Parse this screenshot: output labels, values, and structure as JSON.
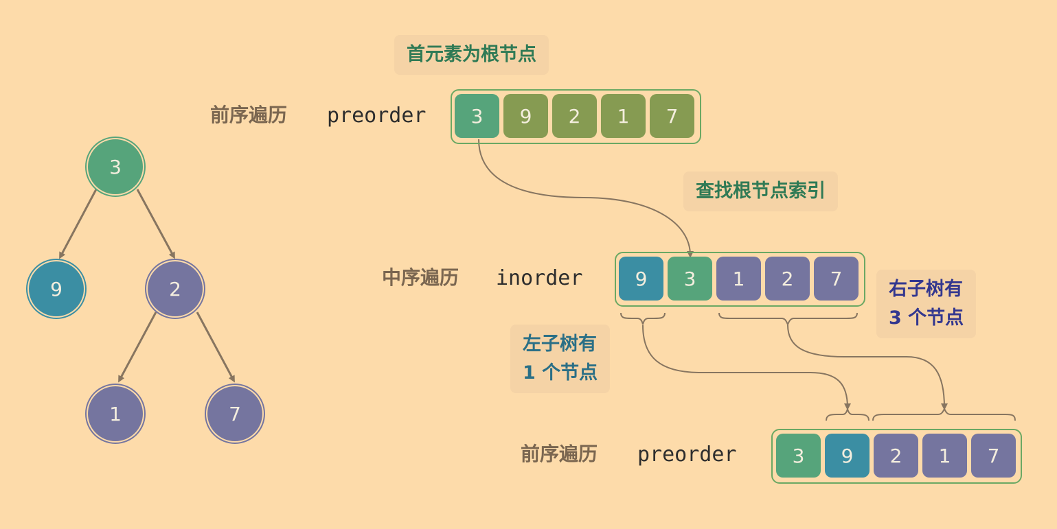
{
  "colors": {
    "background": "#fddbaa",
    "root": "#56a47b",
    "left": "#3b8ea3",
    "right": "#75759f",
    "preorder_rest": "#869b52",
    "edge": "#877560",
    "frame": "#6ba863"
  },
  "tree": {
    "root": "3",
    "left": "9",
    "right": "2",
    "right_left": "1",
    "right_right": "7"
  },
  "rows": {
    "preorder_top": {
      "label": "前序遍历",
      "var": "preorder",
      "values": [
        "3",
        "9",
        "2",
        "1",
        "7"
      ]
    },
    "inorder": {
      "label": "中序遍历",
      "var": "inorder",
      "values": [
        "9",
        "3",
        "1",
        "2",
        "7"
      ]
    },
    "preorder_bottom": {
      "label": "前序遍历",
      "var": "preorder",
      "values": [
        "3",
        "9",
        "2",
        "1",
        "7"
      ]
    }
  },
  "callouts": {
    "root_first": "首元素为根节点",
    "find_root_index": "查找根节点索引",
    "left_subtree_line1": "左子树有",
    "left_subtree_line2": "1 个节点",
    "right_subtree_line1": "右子树有",
    "right_subtree_line2": "3 个节点"
  }
}
